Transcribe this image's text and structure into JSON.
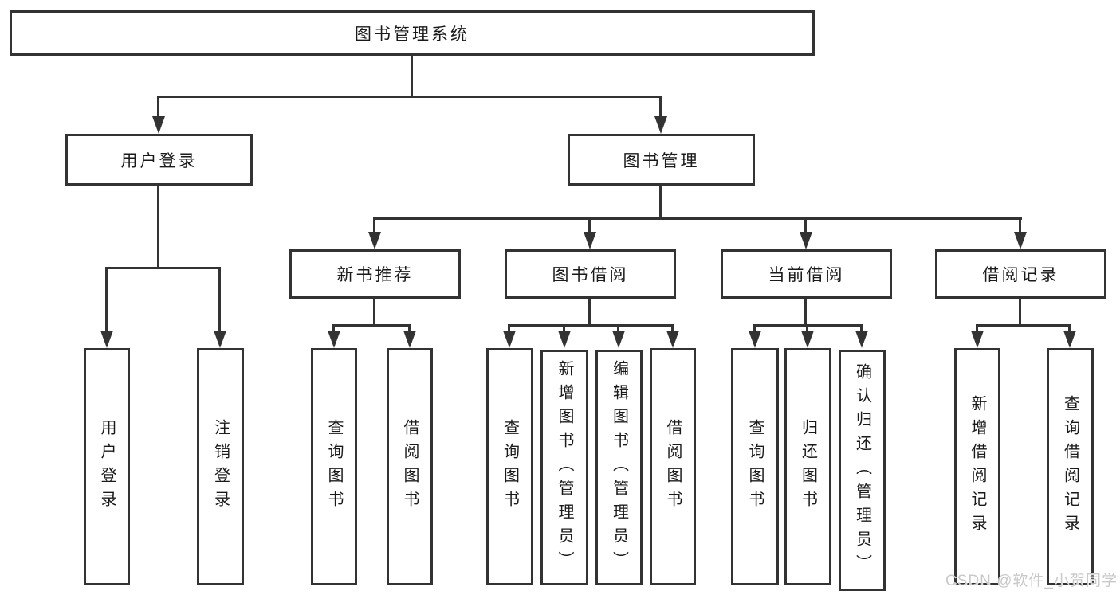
{
  "colors": {
    "background": "#ffffff",
    "line": "#333333",
    "box_border": "#333333",
    "text": "#1a1a1a",
    "watermark": "#c9c9c9"
  },
  "watermark": {
    "text": "CSDN @软件_小贺同学"
  },
  "tree": {
    "root": {
      "label": "图书管理系统"
    },
    "nodes": {
      "user_login": {
        "label": "用户登录",
        "children": [
          "用户登录",
          "注销登录"
        ]
      },
      "book_mgmt": {
        "label": "图书管理"
      },
      "new_book_rec": {
        "label": "新书推荐",
        "children": [
          "查询图书",
          "借阅图书"
        ]
      },
      "book_borrow": {
        "label": "图书借阅",
        "children": [
          "查询图书",
          "新增图书（管理员）",
          "编辑图书（管理员）",
          "借阅图书"
        ]
      },
      "current_borrow": {
        "label": "当前借阅",
        "children": [
          "查询图书",
          "归还图书",
          "确认归还（管理员）"
        ]
      },
      "borrow_records": {
        "label": "借阅记录",
        "children": [
          "新增借阅记录",
          "查询借阅记录"
        ]
      }
    }
  }
}
